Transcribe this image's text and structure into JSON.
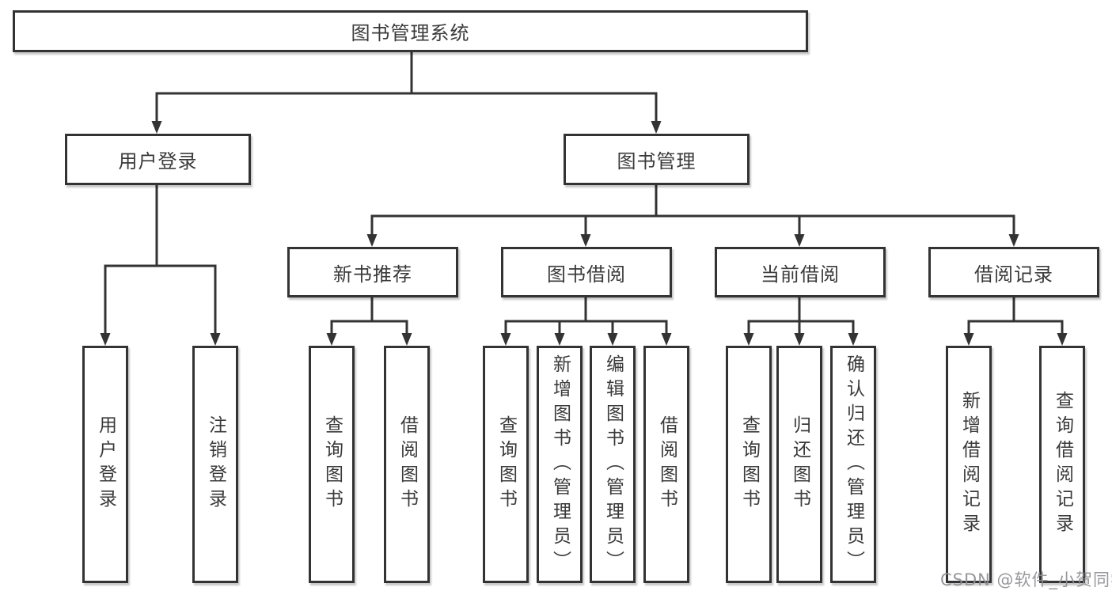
{
  "diagram": {
    "root": {
      "label": "图书管理系统"
    },
    "level2": {
      "user_login": {
        "label": "用户登录"
      },
      "book_management": {
        "label": "图书管理"
      }
    },
    "level3": {
      "new_book_recommend": {
        "label": "新书推荐"
      },
      "book_borrowing": {
        "label": "图书借阅"
      },
      "current_borrowing": {
        "label": "当前借阅"
      },
      "borrowing_records": {
        "label": "借阅记录"
      }
    },
    "leaves": {
      "user_login": {
        "label": "用户登录"
      },
      "logout": {
        "label": "注销登录"
      },
      "recommend_query_books": {
        "label": "查询图书"
      },
      "recommend_borrow_books": {
        "label": "借阅图书"
      },
      "borrowing_query_books": {
        "label": "查询图书"
      },
      "borrowing_add_books": {
        "label": "新增图书（管理员）"
      },
      "borrowing_edit_books": {
        "label": "编辑图书（管理员）"
      },
      "borrowing_borrow_books": {
        "label": "借阅图书"
      },
      "current_query_books": {
        "label": "查询图书"
      },
      "current_return_books": {
        "label": "归还图书"
      },
      "current_confirm_return": {
        "label": "确认归还（管理员）"
      },
      "records_add_record": {
        "label": "新增借阅记录"
      },
      "records_query_record": {
        "label": "查询借阅记录"
      }
    }
  },
  "watermark": {
    "text": "CSDN @软件_小贺同学"
  },
  "colors": {
    "background": "#ffffff",
    "line": "#333333",
    "box_border": "#333333",
    "box_fill": "#ffffff",
    "text": "#3a3a3a",
    "watermark": "#8f8f94"
  }
}
